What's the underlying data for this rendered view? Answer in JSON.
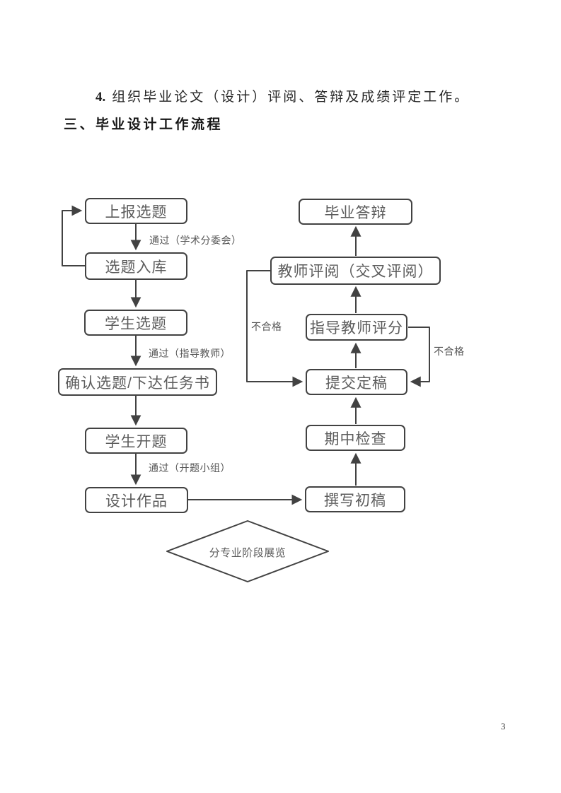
{
  "document": {
    "paragraph": {
      "number": "4.",
      "text": "组织毕业论文（设计）评阅、答辩及成绩评定工作。"
    },
    "heading": "三、毕业设计工作流程",
    "page_number": "3"
  },
  "flowchart": {
    "line_color": "#424242",
    "nodes": {
      "report_topic": "上报选题",
      "topic_db": "选题入库",
      "student_select": "学生选题",
      "confirm_topic": "确认选题/下达任务书",
      "student_open": "学生开题",
      "design_work": "设计作品",
      "defense": "毕业答辩",
      "teacher_review": "教师评阅（交叉评阅）",
      "advisor_score": "指导教师评分",
      "submit_final": "提交定稿",
      "midterm_check": "期中检查",
      "draft": "撰写初稿",
      "exhibition": "分专业阶段展览"
    },
    "edge_labels": {
      "pass_academic": "通过（学术分委会）",
      "pass_advisor": "通过（指导教师）",
      "pass_opening": "通过（开题小组）",
      "fail_left": "不合格",
      "fail_right": "不合格"
    }
  }
}
